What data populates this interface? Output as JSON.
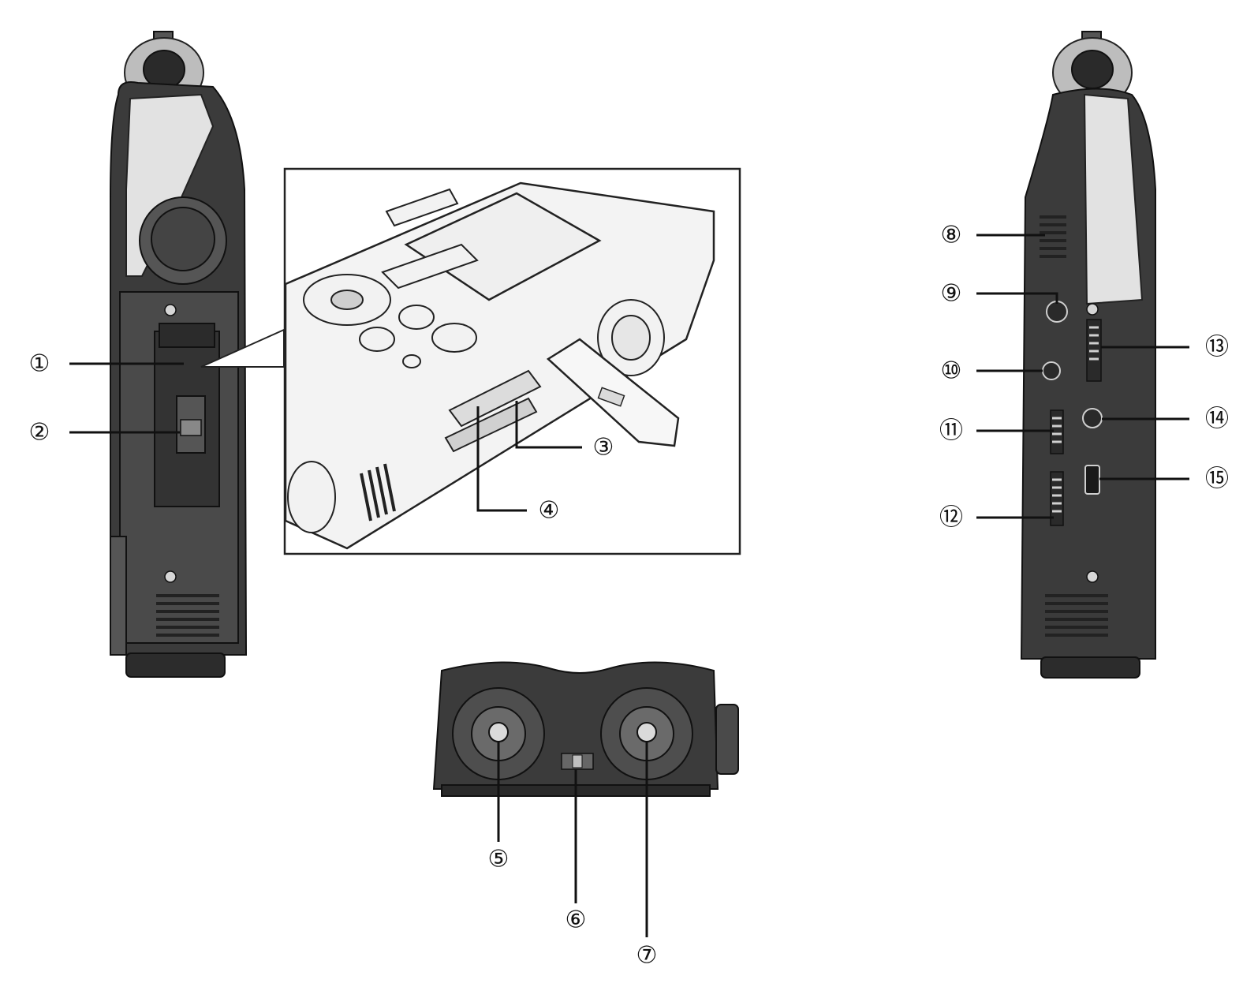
{
  "figure": {
    "callouts": [
      {
        "id": "c1",
        "label": "①"
      },
      {
        "id": "c2",
        "label": "②"
      },
      {
        "id": "c3",
        "label": "③"
      },
      {
        "id": "c4",
        "label": "④"
      },
      {
        "id": "c5",
        "label": "⑤"
      },
      {
        "id": "c6",
        "label": "⑥"
      },
      {
        "id": "c7",
        "label": "⑦"
      },
      {
        "id": "c8",
        "label": "⑧"
      },
      {
        "id": "c9",
        "label": "⑨"
      },
      {
        "id": "c10",
        "label": "⑩"
      },
      {
        "id": "c11",
        "label": "⑪"
      },
      {
        "id": "c12",
        "label": "⑫"
      },
      {
        "id": "c13",
        "label": "⑬"
      },
      {
        "id": "c14",
        "label": "⑭"
      },
      {
        "id": "c15",
        "label": "⑮"
      }
    ],
    "colors": {
      "ink": "#111111",
      "device_dark": "#3b3b3b",
      "device_light": "#bdbdbd",
      "background": "#ffffff"
    }
  }
}
